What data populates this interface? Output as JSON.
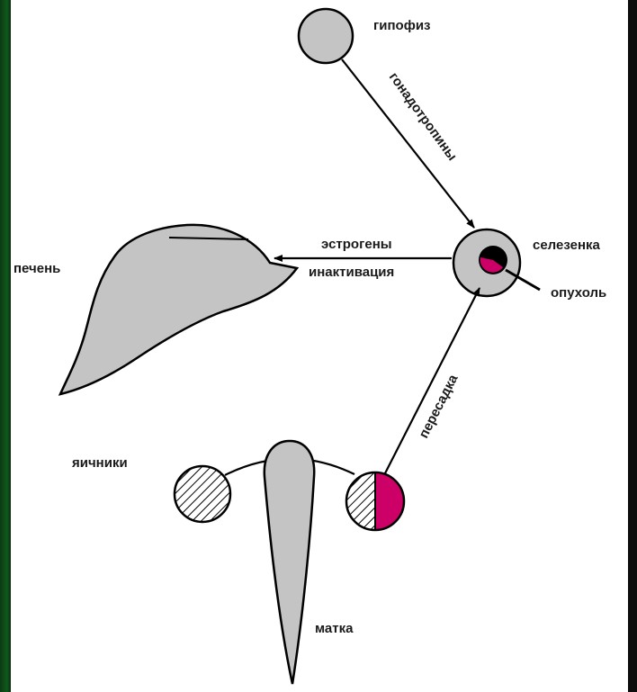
{
  "labels": {
    "pituitary": "гипофиз",
    "gonadotropins": "гонадотропины",
    "spleen": "селезенка",
    "tumor": "опухоль",
    "estrogens": "эстрогены",
    "inactivation": "инактивация",
    "liver": "печень",
    "ovaries": "яичники",
    "transplant": "пересадка",
    "uterus": "матка"
  },
  "colors": {
    "organ_fill": "#c4c4c4",
    "accent_magenta": "#cc0066",
    "tumor_core": "#000000",
    "background": "#ffffff",
    "frame_green": "#0f5a1c"
  },
  "icons": {
    "ovary_left": "hatched-circle",
    "ovary_right": "half-hatched-half-magenta-circle"
  }
}
